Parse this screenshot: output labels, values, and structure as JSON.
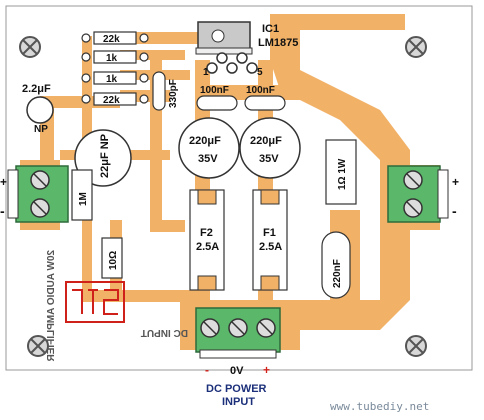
{
  "title": "20W AUDIO AMPLIFIER",
  "ic": {
    "ref": "IC1",
    "part": "LM1875",
    "pin1": "1",
    "pin5": "5"
  },
  "resistors": {
    "r1": "22k",
    "r2": "1k",
    "r3": "1k",
    "r4": "22k",
    "r_in": "1M",
    "r_fb": "10Ω",
    "r_out": "1Ω 1W"
  },
  "capacitors": {
    "c_in": "2.2μF",
    "c_in_np": "NP",
    "c_fb": "22μF NP",
    "c_330": "330pF",
    "c_100a": "100nF",
    "c_100b": "100nF",
    "c_220a": "220μF",
    "c_220a_v": "35V",
    "c_220b": "220μF",
    "c_220b_v": "35V",
    "c_out": "220nF"
  },
  "fuses": {
    "f2": "F2",
    "f2_val": "2.5A",
    "f1": "F1",
    "f1_val": "2.5A"
  },
  "terminals": {
    "plus": "+",
    "minus": "-",
    "zero": "0V"
  },
  "power": {
    "line1": "DC POWER",
    "line2": "INPUT",
    "pcb_text": "DC INPUT"
  },
  "watermark": "www.tubediy.net"
}
